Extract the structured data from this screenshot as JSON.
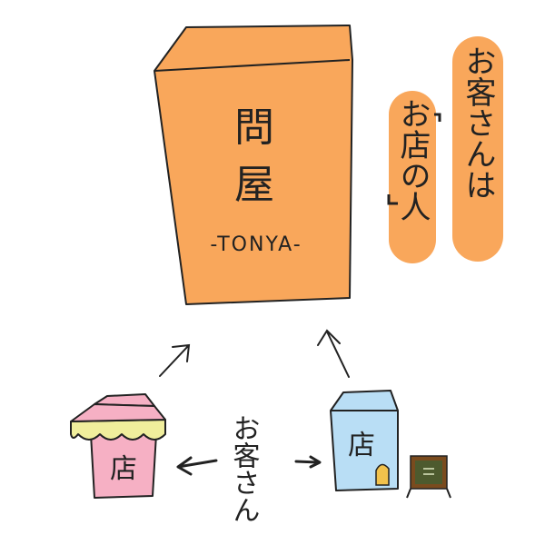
{
  "wholesaler": {
    "kanji_top": "問",
    "kanji_bottom": "屋",
    "romaji": "-TONYA-"
  },
  "side_labels": {
    "shop_people": "お店の人",
    "customers_are": "お客さんは"
  },
  "shops": {
    "pink_shop_sign": "店",
    "blue_shop_sign": "店"
  },
  "center_label": "お客さん",
  "colors": {
    "orange": "#f9a75b",
    "pink": "#f6b0c4",
    "awning_yellow": "#f0ee9c",
    "awning_pink": "#f6b0c4",
    "blue": "#b9def5",
    "door": "#f2c24c",
    "board": "#4d5a2e",
    "board_frame": "#7a4b1e",
    "ink": "#222222"
  },
  "icons": [
    "arrow-up-icon",
    "arrow-left-icon",
    "arrow-right-icon",
    "chalkboard-sign-icon"
  ]
}
